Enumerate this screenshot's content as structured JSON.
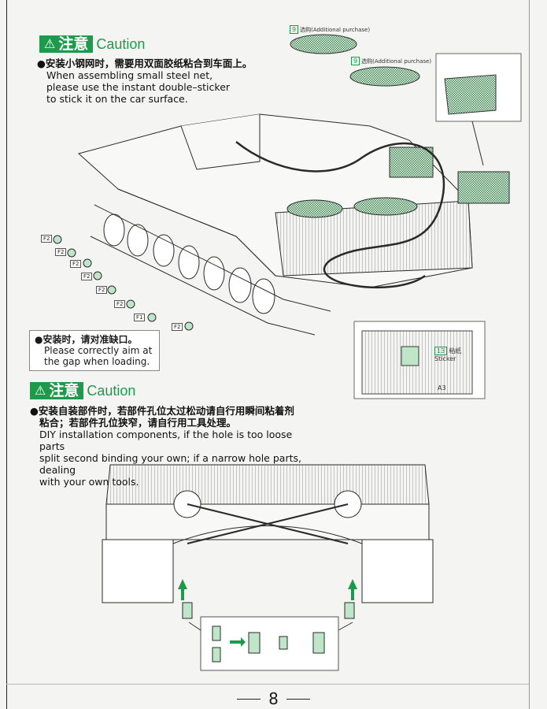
{
  "page": {
    "number": "8"
  },
  "caution1": {
    "cn_title": "注意",
    "en_title": "Caution",
    "cn_text": "●安装小钢网时，需要用双面胶纸粘合到车面上。",
    "en_line1": "When assembling small steel net,",
    "en_line2": "please use the instant double–sticker",
    "en_line3": "to stick it on the car surface."
  },
  "gap_note": {
    "cn_text": "●安装时，请对准缺口。",
    "en_line1": "Please correctly aim at",
    "en_line2": "the gap when loading."
  },
  "caution2": {
    "cn_title": "注意",
    "en_title": "Caution",
    "cn_line1": "●安装自装部件时，若部件孔位太过松动请自行用瞬间粘着剂",
    "cn_line2": "粘合；若部件孔位狭窄，请自行用工具处理。",
    "en_line1": "DIY installation components, if the hole is too loose parts",
    "en_line2": "split second binding your own; if a narrow hole parts, dealing",
    "en_line3": "with your own tools."
  },
  "tags": {
    "purchase1_num": "9",
    "purchase1_text": "选购(Additional purchase)",
    "purchase2_num": "9",
    "purchase2_text": "选购(Additional purchase)",
    "inset_num": "13",
    "inset_label": "粘纸",
    "inset_en": "Sticker",
    "inset_part": "A3"
  },
  "wheel_labels": [
    "F2",
    "F2",
    "F2",
    "F2",
    "F2",
    "F2",
    "F1",
    "F2"
  ],
  "colors": {
    "accent": "#1f9a4c",
    "part_fill": "#bfe6c8",
    "line": "#2a2a2a"
  }
}
